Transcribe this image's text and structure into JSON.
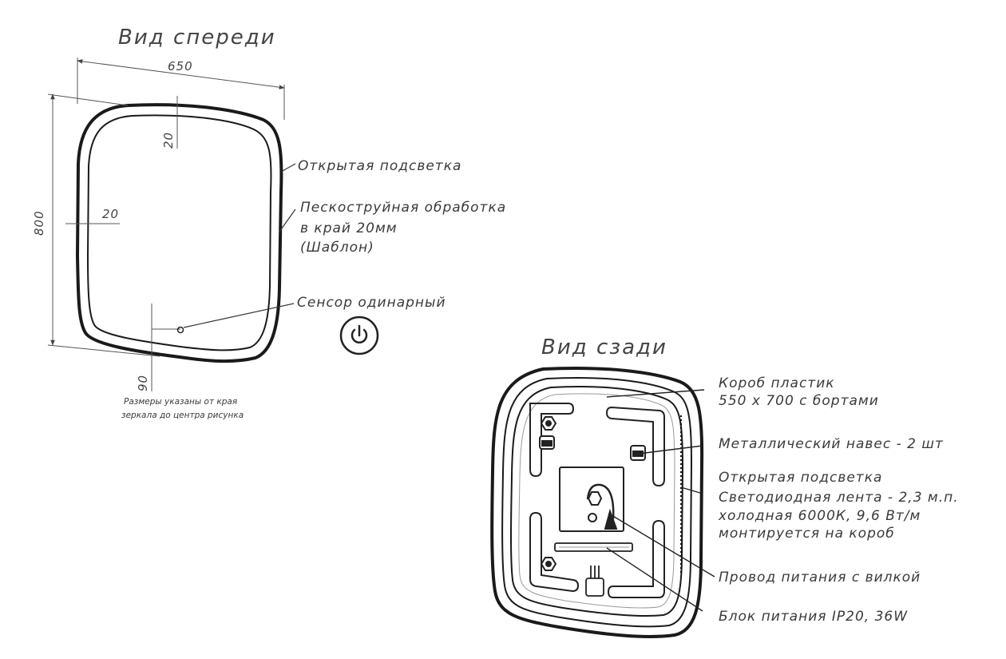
{
  "front_view": {
    "title": "Вид спереди",
    "dim_width": "650",
    "dim_height": "800",
    "dim_top_edge": "20",
    "dim_side_edge": "20",
    "dim_sensor": "90",
    "note_line1": "Размеры указаны от края",
    "note_line2": "зеркала до центра рисунка"
  },
  "front_callouts": {
    "open_light": "Открытая подсветка",
    "sandblast_1": "Пескоструйная обработка",
    "sandblast_2": "в край 20мм",
    "sandblast_3": "(Шаблон)",
    "sensor": "Сенсор одинарный"
  },
  "back_view": {
    "title": "Вид сзади"
  },
  "back_callouts": {
    "box_1": "Короб пластик",
    "box_2": "550 х 700 с бортами",
    "hanger": "Металлический навес - 2 шт",
    "light_1": "Открытая подсветка",
    "light_2": "Светодиодная лента - 2,3 м.п.",
    "light_3": "холодная 6000К, 9,6 Вт/м",
    "light_4": "монтируется на короб",
    "cable": "Провод питания с вилкой",
    "psu": "Блок питания IP20, 36W"
  }
}
